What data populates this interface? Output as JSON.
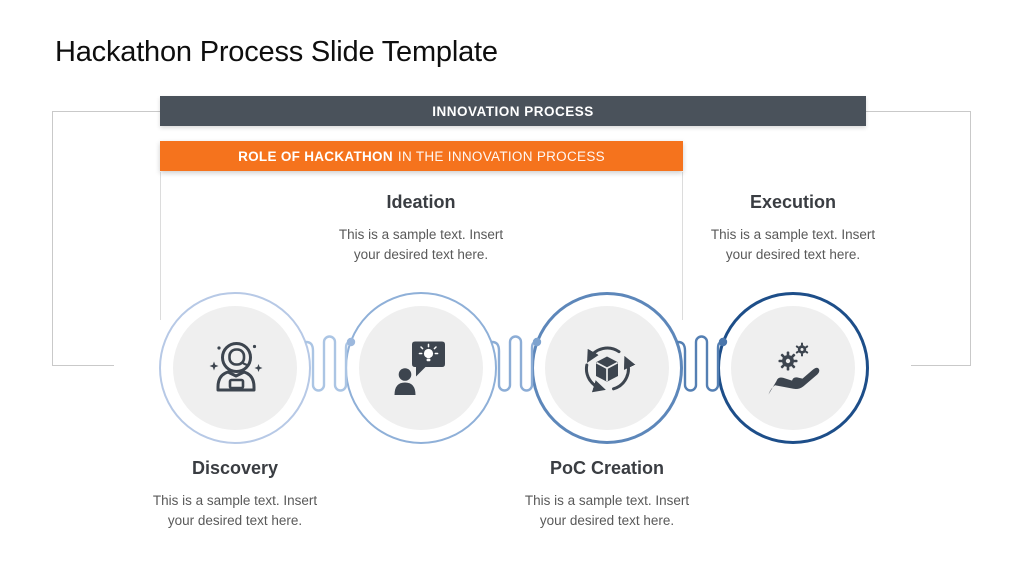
{
  "title": "Hackathon Process Slide Template",
  "banners": {
    "innovation": "INNOVATION PROCESS",
    "role_bold": "ROLE OF HACKATHON",
    "role_rest": "IN THE INNOVATION PROCESS"
  },
  "steps": [
    {
      "label": "Discovery",
      "icon": "astronaut-icon",
      "desc1": "This is a sample text. Insert",
      "desc2": "your desired text here."
    },
    {
      "label": "Ideation",
      "icon": "idea-presentation-icon",
      "desc1": "This is a sample text. Insert",
      "desc2": "your desired text here."
    },
    {
      "label": "PoC Creation",
      "icon": "cube-cycle-icon",
      "desc1": "This is a sample text. Insert",
      "desc2": "your desired text here."
    },
    {
      "label": "Execution",
      "icon": "hand-gears-icon",
      "desc1": "This is a sample text. Insert",
      "desc2": "your desired text here."
    }
  ],
  "colors": {
    "accent_orange": "#f5731d",
    "banner_dark": "#4a525b",
    "icon": "#3d454f",
    "circle_fill": "#efefef",
    "frame_border": "#c9c9c9",
    "rings": [
      "#b7c9e6",
      "#8fb0d8",
      "#5d87ba",
      "#1d4e89"
    ],
    "connectors": [
      "#abc5e4",
      "#8cadd6",
      "#547fb3"
    ],
    "dots": [
      "#9cb8dd",
      "#7ea3cf",
      "#4a76ab"
    ]
  }
}
